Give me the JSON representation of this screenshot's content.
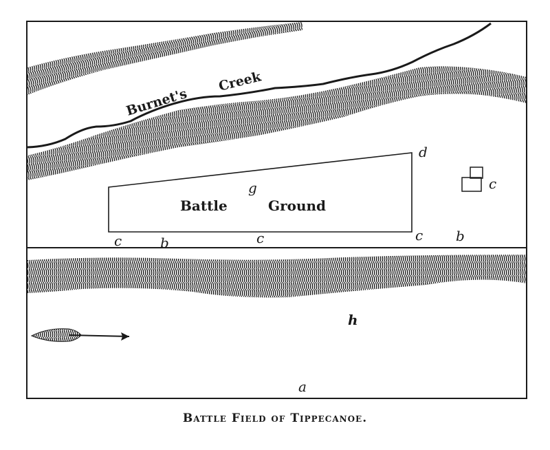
{
  "caption": "Battle Field of Tippecanoe.",
  "labels": {
    "creek_word1": "Burnet's",
    "creek_word2": "Creek",
    "ground_word1": "Battle",
    "ground_word2": "Ground",
    "g": "g",
    "d": "d",
    "c_right": "c",
    "c_left": "c",
    "b_left": "b",
    "c_mid": "c",
    "e": "c",
    "b_right": "b",
    "h": "h",
    "a": "a"
  },
  "colors": {
    "ink": "#1a1a1a",
    "paper": "#ffffff"
  }
}
